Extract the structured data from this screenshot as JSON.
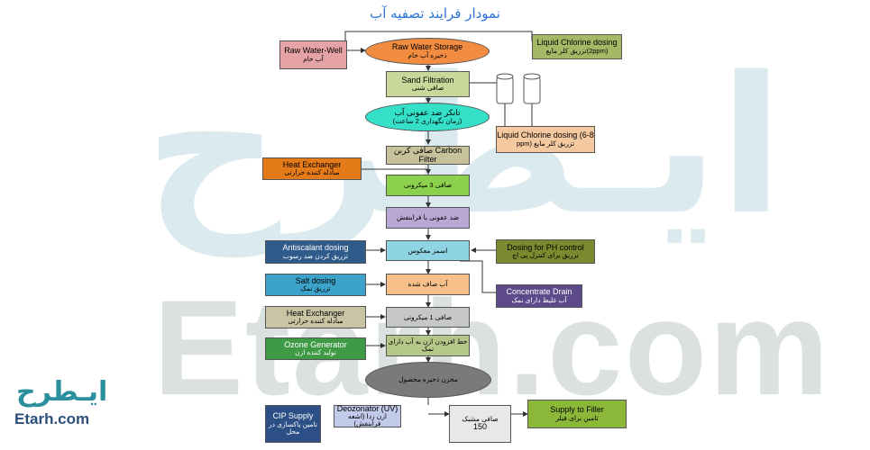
{
  "title": "نمودار فرایند تصفیه آب",
  "watermark": {
    "arabic": "ایـطرح",
    "latin": "Etarh.com"
  },
  "logo": {
    "arabic": "ایـطرح",
    "latin": "Etarh.com"
  },
  "nodes": {
    "raw_water_well": {
      "en": "Raw Water-Well",
      "fa": "آب خام",
      "color": "#e6a3a6"
    },
    "raw_water_storage": {
      "en": "Raw Water Storage",
      "fa": "ذخیره آب خام",
      "color": "#f28c40"
    },
    "liquid_chlorine_2": {
      "en": "Liquid Chlorine dosing",
      "fa": "تزریق کلر مایع(2ppm)",
      "color": "#a5b866"
    },
    "sand_filtration": {
      "en": "Sand Filtration",
      "fa": "صافی شنی",
      "color": "#c9d89a"
    },
    "disinfection_tank": {
      "en": "تانکر ضد عفونی آب",
      "fa": "(زمان نگهداری 2 ساعت)",
      "color": "#35e0c8"
    },
    "liquid_chlorine_68": {
      "en": "Liquid Chlorine dosing (6-8",
      "fa": "ppm) تزریق کلر مایع",
      "color": "#f5c9a0"
    },
    "carbon_filter": {
      "en": "صافی کربن Carbon Filter",
      "fa": "",
      "color": "#c7c29c"
    },
    "heat_exchanger_1": {
      "en": "Heat Exchanger",
      "fa": "مبادله کننده حرارتی",
      "color": "#e57b18"
    },
    "filter_3_micron": {
      "en": "صافی 3 میکرونی",
      "fa": "",
      "color": "#8cd14e"
    },
    "uv_disinfection": {
      "en": "ضد عفونی با فرابنفش",
      "fa": "",
      "color": "#b9a7d4"
    },
    "antiscalant": {
      "en": "Antiscalant dosing",
      "fa": "تزریق کردن ضد رسوب",
      "color": "#2f5b8a"
    },
    "reverse_osmosis": {
      "en": "اسمز معکوس",
      "fa": "",
      "color": "#8fd4e3"
    },
    "ph_dosing": {
      "en": "Dosing for PH control",
      "fa": "تزریق برای کنترل پی اچ",
      "color": "#7a8a2e"
    },
    "salt_dosing": {
      "en": "Salt dosing",
      "fa": "تزریق نمک",
      "color": "#3ba3c9"
    },
    "filtered_water": {
      "en": "آب صاف شده",
      "fa": "",
      "color": "#f7c08a"
    },
    "concentrate_drain": {
      "en": "Concentrate Drain",
      "fa": "آب غلیظ دارای نمک",
      "color": "#5c4a8a"
    },
    "heat_exchanger_2": {
      "en": "Heat Exchanger",
      "fa": "مبادله کننده حرارتی",
      "color": "#c9c4a4"
    },
    "filter_1_micron": {
      "en": "صافی 1 میکرونی",
      "fa": "",
      "color": "#c6c6c6"
    },
    "ozone_generator": {
      "en": "Ozone Generator",
      "fa": "تولید کننده ازن",
      "color": "#3e9a45"
    },
    "ozonation_line": {
      "en": "خط افزودن ازن به آب دارای",
      "fa": "نمک",
      "color": "#b5c88a"
    },
    "product_storage": {
      "en": "مخزن ذخیره محصول",
      "fa": "",
      "color": "#7a7a7a"
    },
    "cip_supply": {
      "en": "CIP Supply",
      "fa": "تامین پاکسازی در محل",
      "color": "#2c4f86"
    },
    "deozonator": {
      "en": "Deozonator (UV)",
      "fa": "ازن زدا (اشعه فرابنفش)",
      "color": "#c2ccea"
    },
    "filter_150": {
      "en": "صافی مشبک",
      "fa": "150",
      "color": "#e8e8e8"
    },
    "supply_filler": {
      "en": "Supply to Filler",
      "fa": "تامین برای فیلر",
      "color": "#8cb83a"
    }
  }
}
